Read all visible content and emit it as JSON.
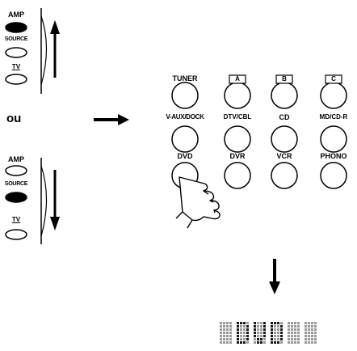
{
  "remote_top": {
    "labels": [
      "AMP",
      "SOURCE",
      "TV"
    ],
    "active": "AMP"
  },
  "separator_word": "ou",
  "remote_bottom": {
    "labels": [
      "AMP",
      "SOURCE",
      "TV"
    ],
    "active": "SOURCE"
  },
  "input_keys": {
    "row1": [
      "TUNER",
      "A",
      "B",
      "C"
    ],
    "row2": [
      "V-AUX/DOCK",
      "DTV/CBL",
      "CD",
      "MD/CD-R"
    ],
    "row3": [
      "DVD",
      "DVR",
      "VCR",
      "PHONO"
    ],
    "pressed": "DVD"
  },
  "display": {
    "text": "DVD"
  },
  "colors": {
    "ink": "#000000",
    "display_grid": "#9a9a9a",
    "display_segment": "#1a1a1a"
  }
}
